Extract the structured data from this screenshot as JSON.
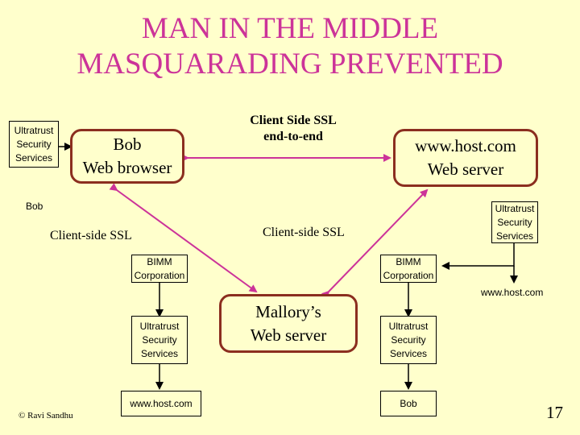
{
  "title": {
    "line1": "MAN IN THE MIDDLE",
    "line2": "MASQUARADING PREVENTED"
  },
  "nodes": {
    "bob_browser": {
      "line1": "Bob",
      "line2": "Web browser"
    },
    "host_server": {
      "line1": "www.host.com",
      "line2": "Web server"
    },
    "mallory_server": {
      "line1": "Mallory’s",
      "line2": "Web server"
    },
    "ultratrust_top_left": {
      "line1": "Ultratrust",
      "line2": "Security",
      "line3": "Services"
    },
    "ultratrust_top_right": {
      "line1": "Ultratrust",
      "line2": "Security",
      "line3": "Services"
    },
    "bimm_left": {
      "line1": "BIMM",
      "line2": "Corporation"
    },
    "bimm_right": {
      "line1": "BIMM",
      "line2": "Corporation"
    },
    "ultratrust_mid_left": {
      "line1": "Ultratrust",
      "line2": "Security",
      "line3": "Services"
    },
    "ultratrust_mid_right": {
      "line1": "Ultratrust",
      "line2": "Security",
      "line3": "Services"
    },
    "host_left_bottom": "www.host.com",
    "bob_right_bottom": "Bob"
  },
  "labels": {
    "client_side_ssl_top_l1": "Client Side SSL",
    "client_side_ssl_top_l2": "end-to-end",
    "bob_left": "Bob",
    "client_side_ssl_left": "Client-side SSL",
    "client_side_ssl_right": "Client-side SSL",
    "host_right_label": "www.host.com"
  },
  "footer": {
    "copyright": "© Ravi Sandhu",
    "page_number": "17"
  },
  "colors": {
    "title": "#CC3399",
    "arrow": "#CC3399",
    "box_border": "#8B2E1F",
    "chain_arrow": "#000000",
    "background": "#FFFFCC"
  }
}
